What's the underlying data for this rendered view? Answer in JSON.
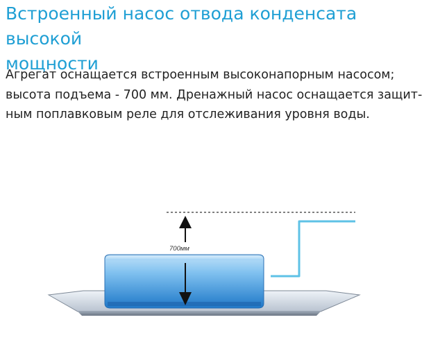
{
  "section": {
    "title_line1": "Встроенный насос отвода конденсата высокой",
    "title_line2": "мощности",
    "body_line1": "Агрегат оснащается встроенным высоконапорным насосом;",
    "body_line2": "высота подъема - 700 мм. Дренажный насос оснащается защит-",
    "body_line3": "ным поплавковым реле для отслеживания уровня воды."
  },
  "illustration": {
    "height_label": "700мм",
    "accent_color": "#1f9fd4",
    "unit_color": "#6fb6e8",
    "pipe_color": "#5ec2e6"
  }
}
